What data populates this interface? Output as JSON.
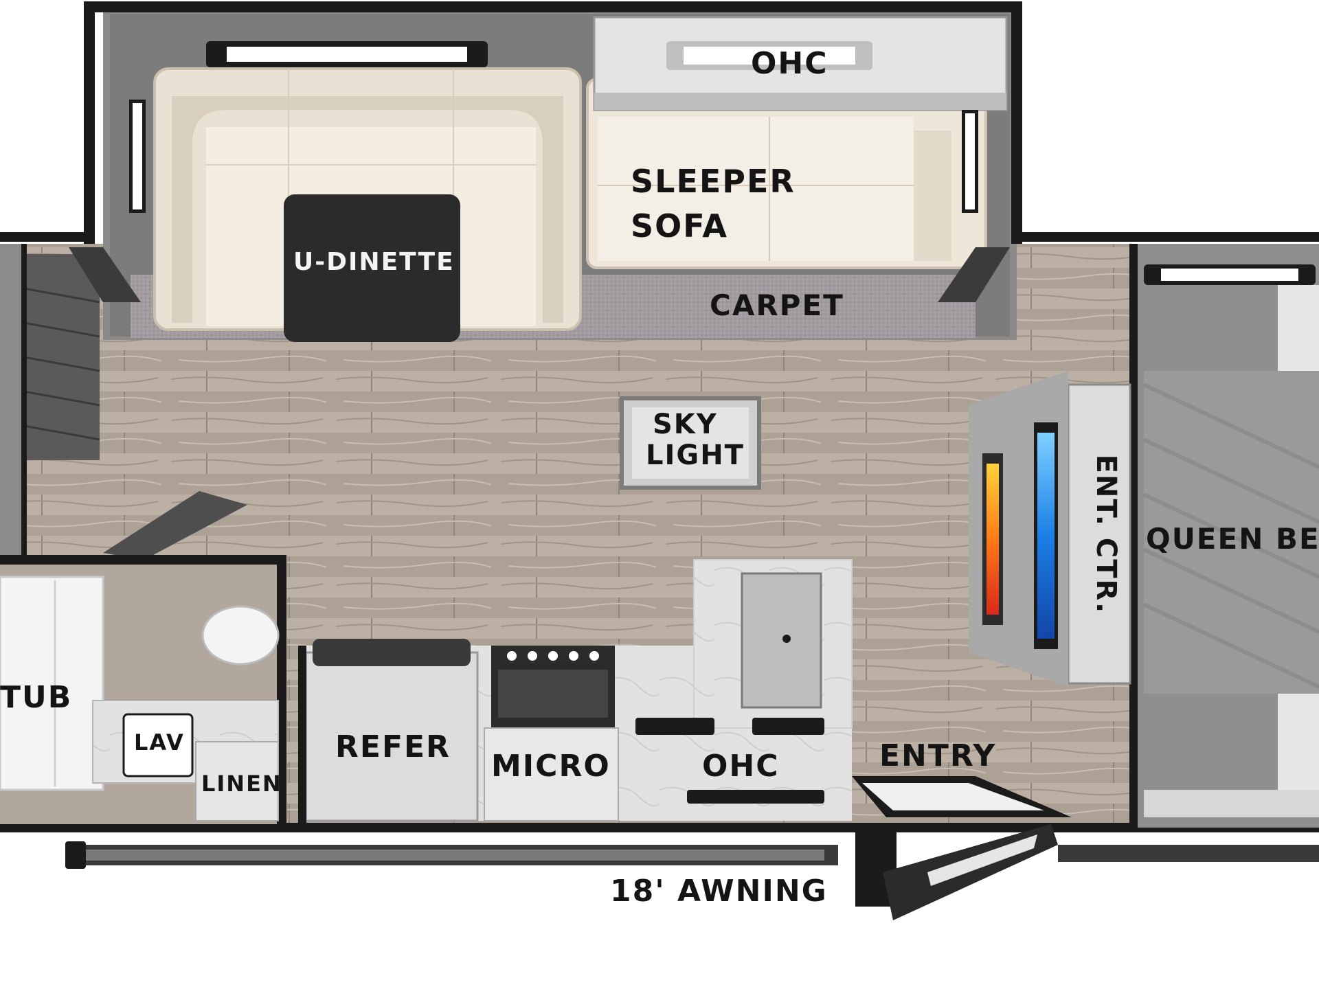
{
  "floorplan": {
    "colors": {
      "wall": "#1b1b1b",
      "slide_wall": "#6f6f6f",
      "floor": "#b7aa9e",
      "carpet": "#a49ea1",
      "upholstery": "#ece4d6",
      "counter": "#dcdcdc",
      "dinette_table": "#2b2b2b",
      "fireplace": "#e8541c",
      "tv_screen": "#2a8cf0"
    },
    "labels": {
      "ohc_top": "OHC",
      "sleeper": "SLEEPER",
      "sofa": "SOFA",
      "dinette": "U-DINETTE",
      "carpet": "CARPET",
      "skylight_1": "SKY",
      "skylight_2": "LIGHT",
      "ent_ctr": "ENT. CTR.",
      "queen_bed": "QUEEN BED",
      "tub": "TUB",
      "lav": "LAV",
      "linen": "LINEN",
      "refer": "REFER",
      "micro": "MICRO",
      "ohc_bottom": "OHC",
      "entry": "ENTRY",
      "awning": "18' AWNING"
    }
  }
}
